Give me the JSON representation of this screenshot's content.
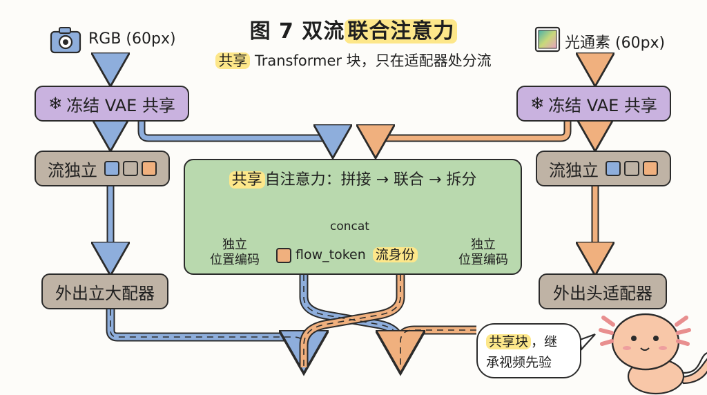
{
  "title": {
    "prefix": "图 7 双流",
    "highlight": "联合注意力"
  },
  "subtitle": {
    "highlight": "共享",
    "rest": " Transformer 块，只在适配器处分流"
  },
  "left": {
    "input_label": "RGB (60px)",
    "frozen_label": "冻结 VAE 共享",
    "indep_label": "流独立",
    "adapter_label": "外出立大配器"
  },
  "right": {
    "input_label": "光通素 (60px)",
    "frozen_label": "冻结 VAE 共享",
    "indep_label": "流独立",
    "adapter_label": "外出头适配器"
  },
  "center": {
    "header_highlight": "共享",
    "header_rest": "自注意力：拼接 → 联合 → 拆分",
    "concat_label": "concat",
    "pos_left": [
      "独立",
      "位置编码"
    ],
    "pos_right": [
      "独立",
      "位置编码"
    ],
    "flow_token": "flow_token",
    "flow_identity": "流身份"
  },
  "bubble": {
    "highlight": "共享块",
    "line1_rest": "，继",
    "line2": "承视频先验"
  },
  "colors": {
    "blue": "#8eaedc",
    "orange": "#f0b07e",
    "purple": "#c9b2df",
    "taupe": "#bfb3a5",
    "green": "#b9d9ae",
    "highlight": "#fde78a",
    "axolotl": "#f8c7a8"
  },
  "icons": [
    "camera-icon",
    "image-icon",
    "snowflake-lock-icon",
    "swirl-icon",
    "axolotl-mascot"
  ]
}
